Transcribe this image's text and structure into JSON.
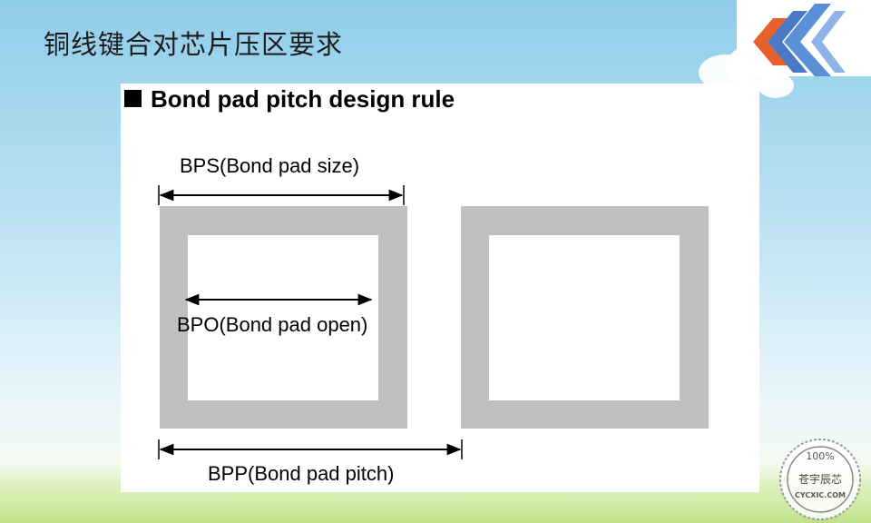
{
  "slide_title": "铜线键合对芯片压区要求",
  "panel": {
    "heading": "Bond pad pitch design rule"
  },
  "diagram": {
    "bps_label": "BPS(Bond pad size)",
    "bpo_label": "BPO(Bond pad open)",
    "bpp_label": "BPP(Bond pad pitch)"
  },
  "colors": {
    "pad_frame": "#c0bfc0",
    "pad_open": "#ffffff",
    "logo_orange": "#e8602c",
    "logo_blue": "#4a79c6"
  },
  "watermark": {
    "percent": "100%",
    "brand": "苍宇辰芯",
    "domain": "CYCXIC.COM"
  }
}
